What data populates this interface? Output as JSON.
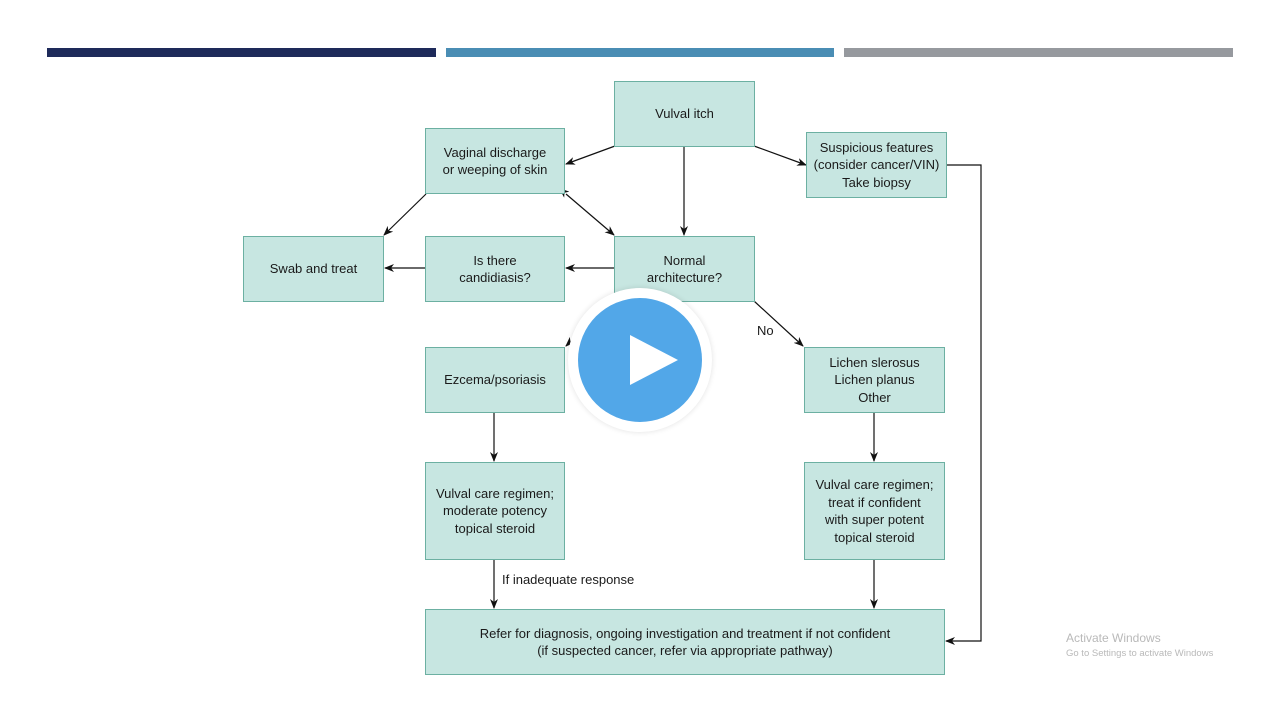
{
  "header_bars": [
    {
      "color": "#1e2a5a"
    },
    {
      "color": "#4a8db4"
    },
    {
      "color": "#96999e"
    }
  ],
  "colors": {
    "node_fill": "#c7e6e1",
    "node_border": "#6cb0a2",
    "play_button": "#52a7e8"
  },
  "flowchart": {
    "nodes": {
      "vulval_itch": "Vulval itch",
      "vaginal_discharge": "Vaginal discharge\nor weeping of skin",
      "suspicious_features": "Suspicious features\n(consider cancer/VIN)\nTake biopsy",
      "swab_and_treat": "Swab and treat",
      "candidiasis": "Is there\ncandidiasis?",
      "normal_architecture": "Normal\narchitecture?",
      "eczema_psoriasis": "Ezcema/psoriasis",
      "lichen": "Lichen slerosus\nLichen planus\nOther",
      "moderate_regimen": "Vulval care regimen;\nmoderate potency\ntopical steroid",
      "super_potent_regimen": "Vulval care regimen;\ntreat if confident\nwith super potent\ntopical steroid",
      "refer": "Refer for diagnosis, ongoing investigation and treatment if not confident\n(if suspected cancer, refer via appropriate pathway)"
    },
    "edge_labels": {
      "no": "No",
      "inadequate_response": "If inadequate response"
    }
  },
  "video": {
    "play_icon": "play-icon"
  },
  "watermark": {
    "title": "Activate Windows",
    "subtitle": "Go to Settings to activate Windows"
  }
}
